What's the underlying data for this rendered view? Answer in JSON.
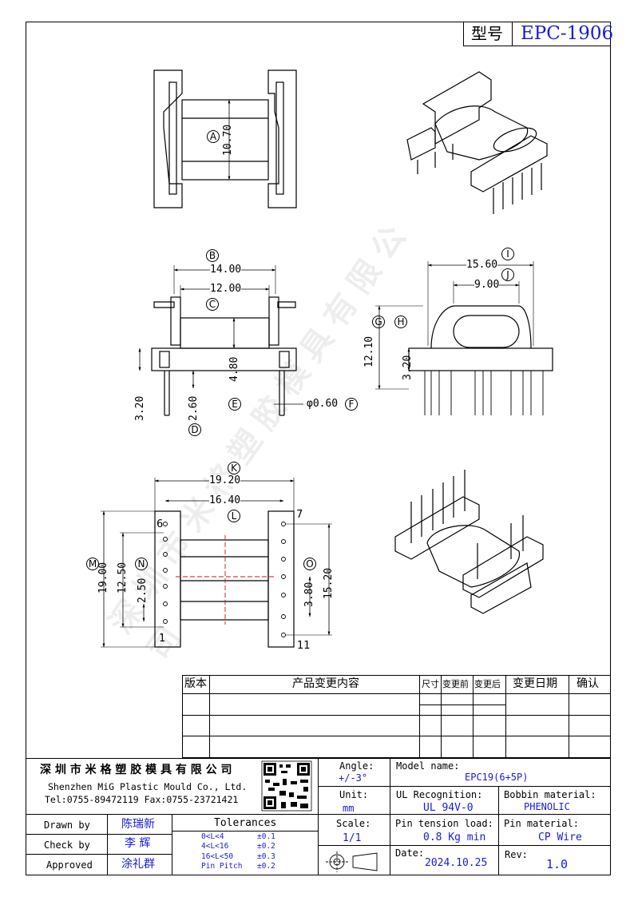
{
  "header": {
    "model_label": "型号",
    "model_value": "EPC-1906"
  },
  "views": {
    "top": {
      "circle": "A",
      "dim": "10.70"
    },
    "front": {
      "dim_b": "14.00",
      "circle_b": "B",
      "dim_c": "12.00",
      "circle_c": "C",
      "dim_h": "4.80",
      "circle_e": "E",
      "dim_d1": "3.20",
      "dim_d2": "2.60",
      "circle_d": "D",
      "pin": "φ0.60",
      "circle_f": "F"
    },
    "side": {
      "dim_i": "15.60",
      "circle_i": "I",
      "dim_j": "9.00",
      "circle_j": "J",
      "dim_g": "12.10",
      "circle_g": "G",
      "dim_h": "3.20",
      "circle_h": "H"
    },
    "bottom": {
      "dim_k": "19.20",
      "circle_k": "K",
      "dim_l": "16.40",
      "circle_l": "L",
      "dim_m": "19.00",
      "circle_m": "M",
      "dim_n1": "12.50",
      "circle_n": "N",
      "dim_n2": "2.50",
      "dim_o1": "3.80",
      "circle_o": "O",
      "dim_o2": "15.20",
      "pin6": "6",
      "pin7": "7",
      "pin1": "1",
      "pin11": "11"
    }
  },
  "revision_table": {
    "headers": [
      "版本",
      "产品变更内容",
      "尺寸",
      "变更前",
      "变更后",
      "变更日期",
      "确认"
    ]
  },
  "company": {
    "name_cn": "深 圳 市 米 格 塑 胶 模 具 有 限 公 司",
    "name_en": "Shenzhen MiG Plastic Mould Co., Ltd.",
    "contact": "Tel:0755-89472119   Fax:0755-23721421"
  },
  "watermark": "深圳市米格塑胶模具有限公司",
  "sign": {
    "drawn_label": "Drawn by",
    "drawn_value": "陈瑞新",
    "check_label": "Check by",
    "check_value": "李  辉",
    "approved_label": "Approved",
    "approved_value": "涂礼群"
  },
  "tolerances": {
    "title": "Tolerances",
    "rows": [
      {
        "range": "0<L<4",
        "value": "±0.1"
      },
      {
        "range": "4<L<16",
        "value": "±0.2"
      },
      {
        "range": "16<L<50",
        "value": "±0.3"
      },
      {
        "range": "Pin Pitch",
        "value": "±0.2"
      }
    ]
  },
  "spec": {
    "angle_label": "Angle:",
    "angle_value": "+/-3°",
    "unit_label": "Unit:",
    "unit_value": "mm",
    "scale_label": "Scale:",
    "scale_value": "1/1",
    "model_label": "Model name:",
    "model_value": "EPC19(6+5P)",
    "ul_label": "UL Recognition:",
    "ul_value": "UL 94V-0",
    "bobbin_label": "Bobbin material:",
    "bobbin_value": "PHENOLIC",
    "tension_label": "Pin tension load:",
    "tension_value": "0.8 Kg min",
    "pinmat_label": "Pin material:",
    "pinmat_value": "CP Wire",
    "date_label": "Date:",
    "date_value": "2024.10.25",
    "rev_label": "Rev:",
    "rev_value": "1.0"
  }
}
